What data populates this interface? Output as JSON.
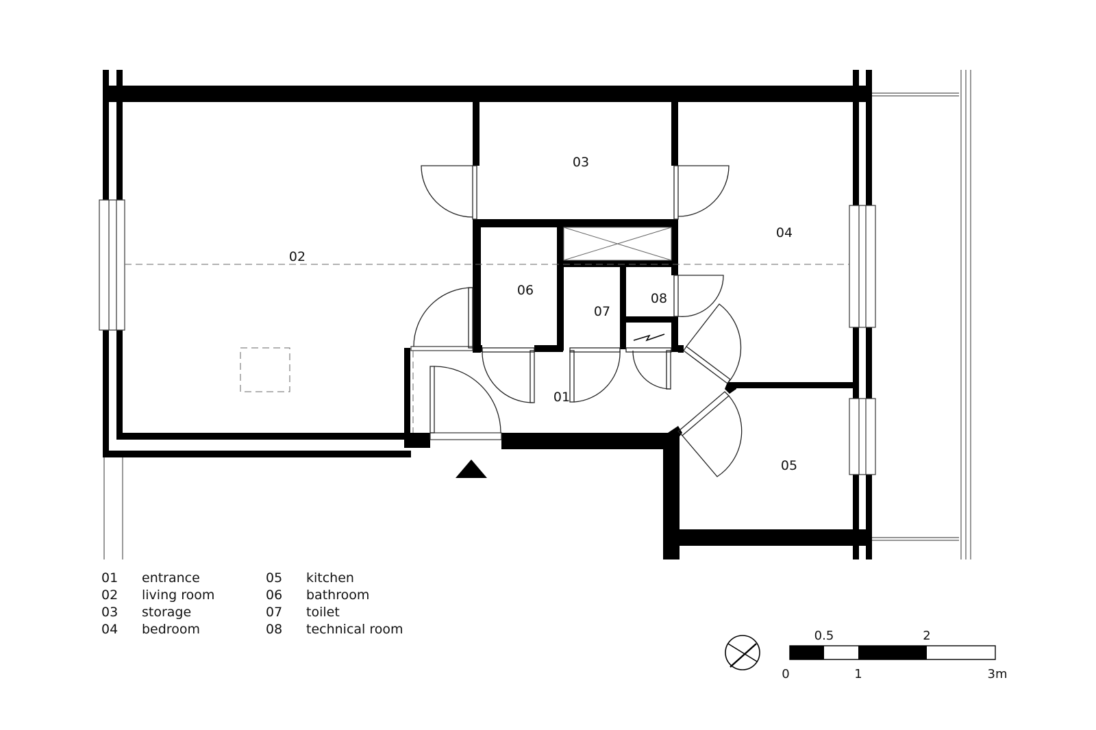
{
  "rooms": {
    "r01": "01",
    "r02": "02",
    "r03": "03",
    "r04": "04",
    "r05": "05",
    "r06": "06",
    "r07": "07",
    "r08": "08"
  },
  "legend": [
    {
      "num": "01",
      "name": "entrance"
    },
    {
      "num": "02",
      "name": "living room"
    },
    {
      "num": "03",
      "name": "storage"
    },
    {
      "num": "04",
      "name": "bedroom"
    },
    {
      "num": "05",
      "name": "kitchen"
    },
    {
      "num": "06",
      "name": "bathroom"
    },
    {
      "num": "07",
      "name": "toilet"
    },
    {
      "num": "08",
      "name": "technical room"
    }
  ],
  "scale_bar": {
    "top_labels": [
      "0.5",
      "2"
    ],
    "bottom_labels": [
      "0",
      "1",
      "3m"
    ]
  },
  "icons": [
    "north-arrow-icon",
    "entrance-triangle-icon"
  ],
  "colors": {
    "wall": "#000000",
    "background": "#ffffff",
    "thin_line": "#555555"
  }
}
